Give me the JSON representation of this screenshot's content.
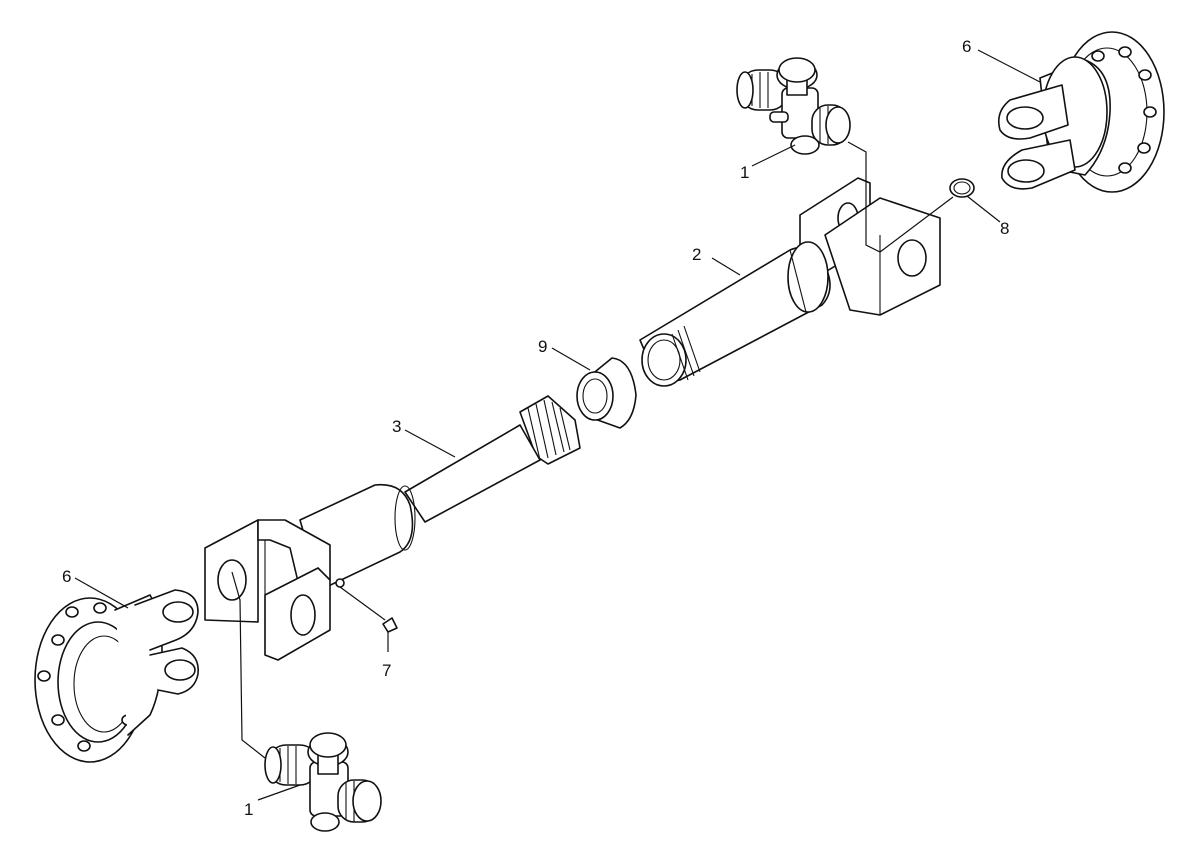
{
  "diagram": {
    "callouts": [
      {
        "id": "c6-top",
        "label": "6"
      },
      {
        "id": "c1-top",
        "label": "1"
      },
      {
        "id": "c8",
        "label": "8"
      },
      {
        "id": "c2",
        "label": "2"
      },
      {
        "id": "c9",
        "label": "9"
      },
      {
        "id": "c3",
        "label": "3"
      },
      {
        "id": "c6-bottom",
        "label": "6"
      },
      {
        "id": "c7",
        "label": "7"
      },
      {
        "id": "c1-bottom",
        "label": "1"
      }
    ],
    "colors": {
      "line": "#111111",
      "background": "#ffffff"
    }
  }
}
